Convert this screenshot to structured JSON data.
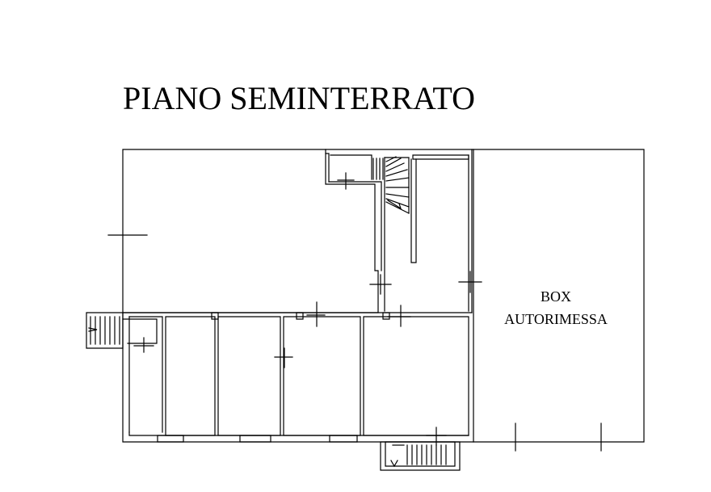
{
  "title": "PIANO SEMINTERRATO",
  "garage": {
    "line1": "BOX",
    "line2": "AUTORIMESSA"
  },
  "colors": {
    "line": "#000000",
    "background": "#ffffff"
  }
}
